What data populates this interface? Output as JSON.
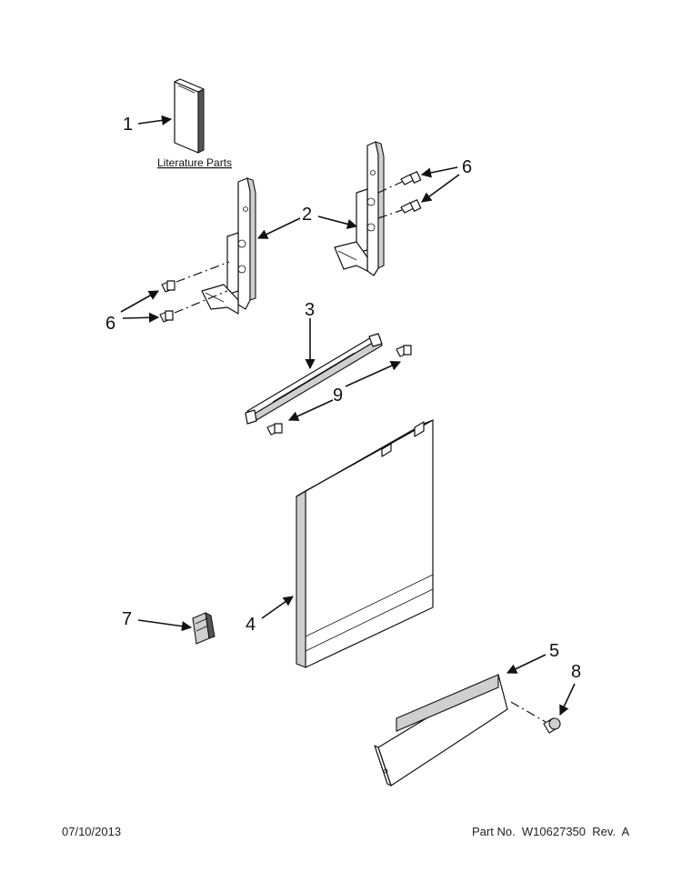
{
  "callouts": {
    "c1": "1",
    "c2": "2",
    "c3": "3",
    "c4": "4",
    "c5": "5",
    "c6a": "6",
    "c6b": "6",
    "c7": "7",
    "c8": "8",
    "c9": "9"
  },
  "literature_label": "Literature Parts",
  "footer": {
    "date": "07/10/2013",
    "part_no": "Part No.  W10627350  Rev.  A"
  }
}
